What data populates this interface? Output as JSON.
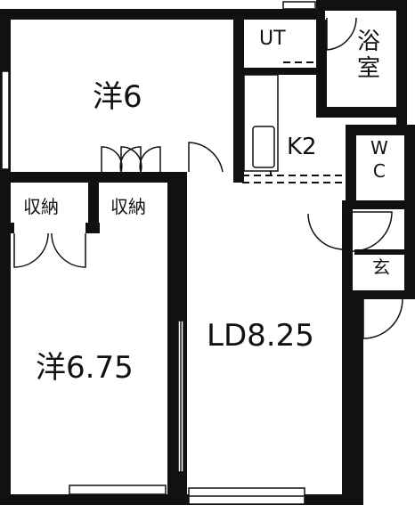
{
  "rooms": {
    "western_room_a": "洋6",
    "western_room_b": "洋6.75",
    "living_dining": "LD8.25",
    "kitchen": "K2",
    "utility": "UT",
    "bath_line1": "浴",
    "bath_line2": "室",
    "wc_line1": "W",
    "wc_line2": "C",
    "entrance": "玄",
    "storage_a": "収納",
    "storage_b": "収納"
  },
  "colors": {
    "wall": "#111111",
    "background": "#ffffff"
  }
}
